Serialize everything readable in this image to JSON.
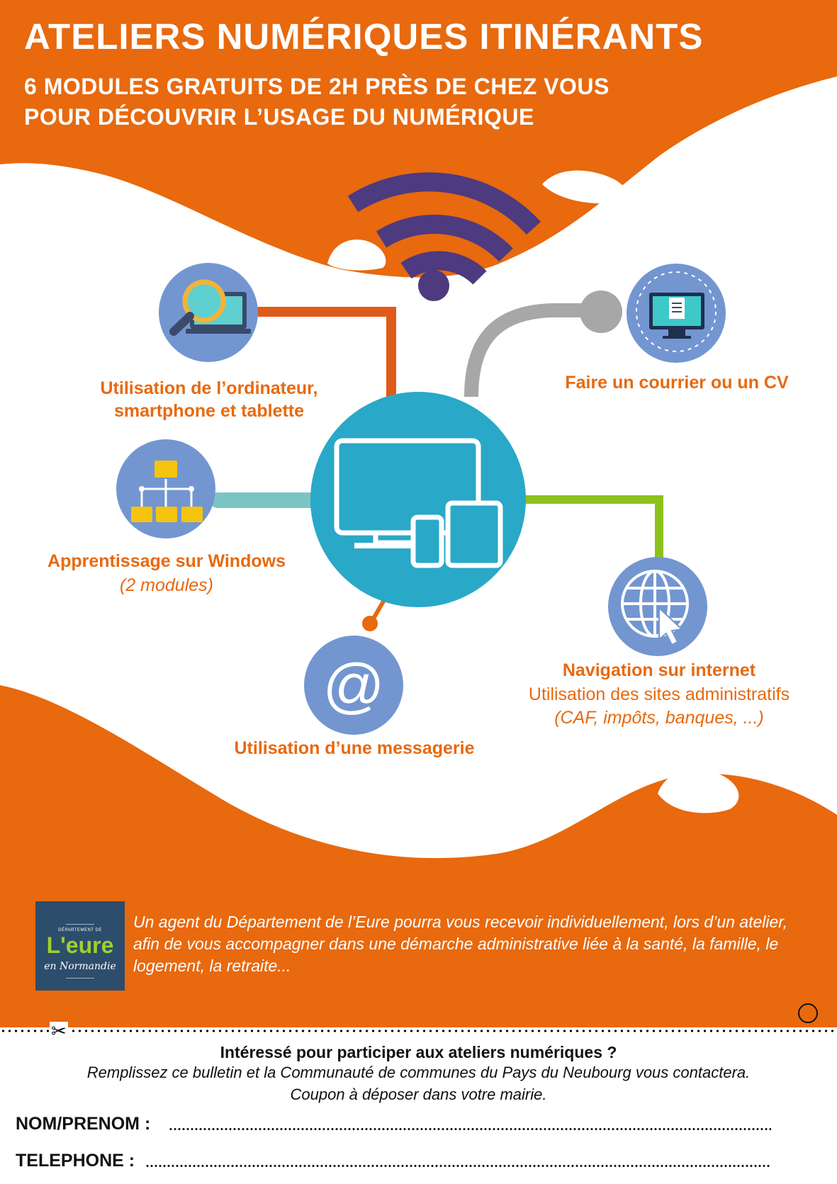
{
  "header": {
    "title": "ATELIERS NUMÉRIQUES ITINÉRANTS",
    "subtitle_line1": "6 MODULES GRATUITS DE 2H PRÈS DE CHEZ VOUS",
    "subtitle_line2": "POUR DÉCOUVRIR L’USAGE DU NUMÉRIQUE"
  },
  "modules": {
    "ordinateur": {
      "line1": "Utilisation de l’ordinateur,",
      "line2": "smartphone et tablette",
      "icon": "laptop-magnifier-icon"
    },
    "courrier": {
      "line1": "Faire un courrier ou un CV",
      "icon": "document-monitor-icon"
    },
    "windows": {
      "line1": "Apprentissage sur Windows",
      "line2": "(2 modules)",
      "icon": "folder-tree-icon"
    },
    "messagerie": {
      "line1": "Utilisation d’une messagerie",
      "icon": "at-sign-icon"
    },
    "internet": {
      "line1": "Navigation sur internet",
      "line2": "Utilisation des sites administratifs",
      "line3": "(CAF, impôts, banques, ...)",
      "icon": "globe-cursor-icon"
    }
  },
  "info": {
    "logo_small": "DÉPARTEMENT DE",
    "logo_big": "L'eure",
    "logo_sub": "en Normandie",
    "text": "Un agent du Département de l’Eure pourra vous recevoir individuellement, lors d’un atelier, afin de vous accompagner dans une démarche administrative liée à la santé, la famille, le logement, la retraite..."
  },
  "coupon": {
    "question": "Intéressé pour participer aux ateliers numériques ?",
    "instruction_line1": "Remplissez ce bulletin et la Communauté de communes du Pays du Neubourg vous contactera.",
    "instruction_line2": "Coupon à déposer dans votre mairie.",
    "field_name": "NOM/PRENOM :",
    "field_phone": "TELEPHONE :"
  },
  "colors": {
    "orange": "#e8690e",
    "purple": "#4e3a7e",
    "teal": "#29a8c8",
    "icon_bg": "#7396d1",
    "green": "#8cc21e",
    "grey": "#a7a7a7",
    "navy": "#2d4d6c"
  }
}
